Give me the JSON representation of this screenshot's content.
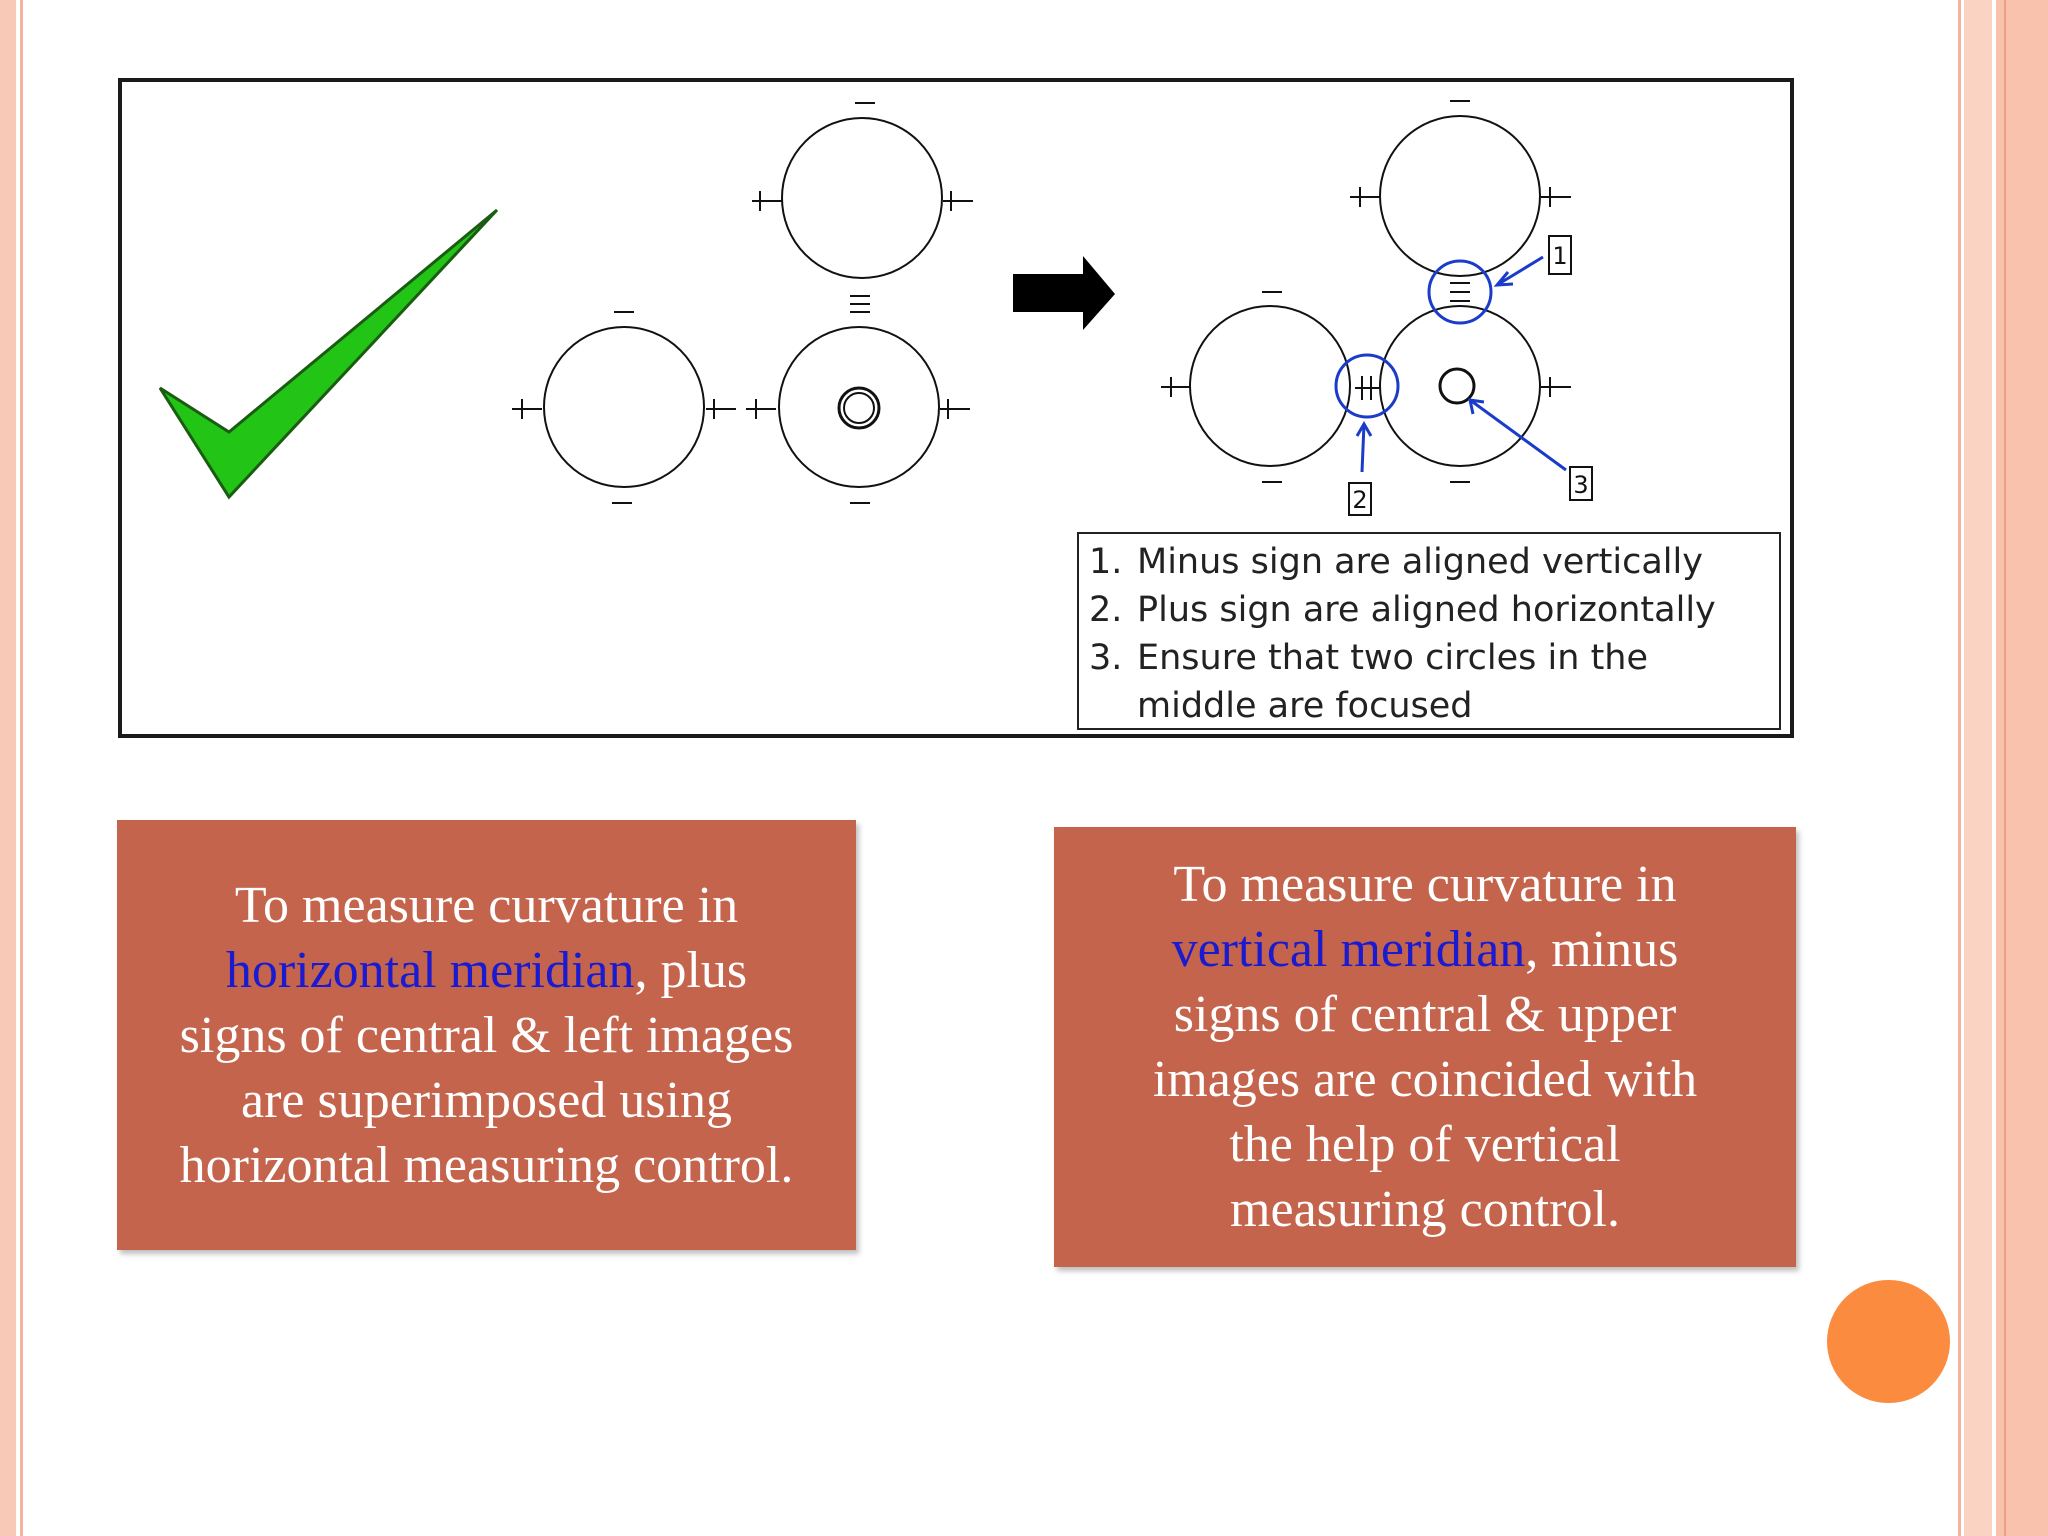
{
  "figure": {
    "callouts": [
      "1",
      "2",
      "3"
    ],
    "mark_minus": "–",
    "mark_plus": "+",
    "colors": {
      "check": "#22c416",
      "check_outline": "#1a5c12",
      "callout": "#1a3cc8",
      "arrow": "#000000"
    }
  },
  "legend": {
    "items": [
      {
        "num": "1.",
        "text": "Minus sign are aligned vertically"
      },
      {
        "num": "2.",
        "text": "Plus sign are aligned horizontally"
      },
      {
        "num": "3.",
        "text": "Ensure that two circles in the"
      },
      {
        "num": "",
        "text": "middle are focused"
      }
    ]
  },
  "notes": {
    "left": {
      "line1": "To measure curvature in",
      "highlight": "horizontal meridian",
      "line2_rest": ", plus",
      "line3": "signs of central & left images",
      "line4": "are superimposed using",
      "line5": "horizontal measuring control."
    },
    "right": {
      "line1": "To measure curvature in",
      "highlight": "vertical meridian",
      "line2_rest": ", minus",
      "line3": "signs of central & upper",
      "line4": "images are coincided with",
      "line5": "the help of vertical",
      "line6": "measuring control."
    }
  },
  "colors": {
    "note_bg": "#c4644c",
    "highlight_text": "#1a1ad0",
    "accent_dot": "#fb8b3f",
    "border": "#f8c2ad"
  }
}
